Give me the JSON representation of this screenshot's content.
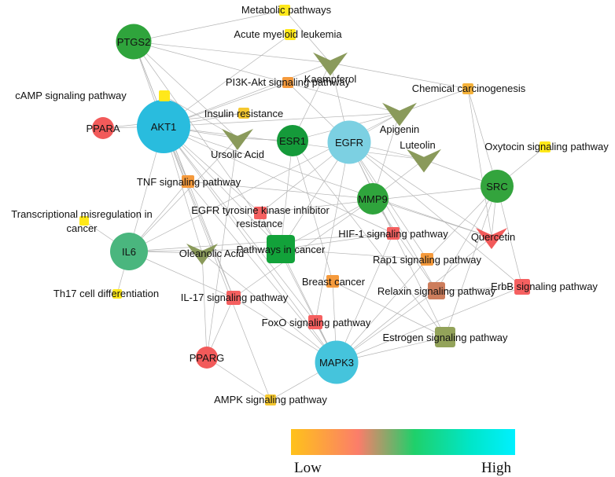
{
  "nodes": [
    {
      "id": "akt1",
      "label": "AKT1",
      "shape": "circle",
      "color": "#29bcde",
      "level": 0.95
    },
    {
      "id": "egfr",
      "label": "EGFR",
      "shape": "circle",
      "color": "#7cd0e2",
      "level": 0.88
    },
    {
      "id": "mapk3",
      "label": "MAPK3",
      "shape": "circle",
      "color": "#45c4dc",
      "level": 0.9
    },
    {
      "id": "ptgs2",
      "label": "PTGS2",
      "shape": "circle",
      "color": "#2fa43c",
      "level": 0.6
    },
    {
      "id": "esr1",
      "label": "ESR1",
      "shape": "circle",
      "color": "#159a3a",
      "level": 0.6
    },
    {
      "id": "mmp9",
      "label": "MMP9",
      "shape": "circle",
      "color": "#2fa43c",
      "level": 0.58
    },
    {
      "id": "src",
      "label": "SRC",
      "shape": "circle",
      "color": "#33a43d",
      "level": 0.58
    },
    {
      "id": "il6",
      "label": "IL6",
      "shape": "circle",
      "color": "#4ab67e",
      "level": 0.65
    },
    {
      "id": "ppara",
      "label": "PPARA",
      "shape": "circle",
      "color": "#f25a5a",
      "level": 0.15
    },
    {
      "id": "pparg",
      "label": "PPARG",
      "shape": "circle",
      "color": "#f25a5a",
      "level": 0.15
    },
    {
      "id": "kaempferol",
      "label": "Kaempferol",
      "shape": "arrow",
      "color": "#8a9a5b",
      "level": 0.35
    },
    {
      "id": "apigenin",
      "label": "Apigenin",
      "shape": "arrow",
      "color": "#8a9a5b",
      "level": 0.35
    },
    {
      "id": "luteolin",
      "label": "Luteolin",
      "shape": "arrow",
      "color": "#8a9a5b",
      "level": 0.35
    },
    {
      "id": "ursolic",
      "label": "Ursolic Acid",
      "shape": "arrow",
      "color": "#8a9a5b",
      "level": 0.35
    },
    {
      "id": "oleanolic",
      "label": "Oleanolic Acid",
      "shape": "arrow",
      "color": "#8a9a5b",
      "level": 0.35
    },
    {
      "id": "quercetin",
      "label": "Quercetin",
      "shape": "arrow",
      "color": "#f25a5a",
      "level": 0.15
    },
    {
      "id": "metabolic",
      "label": "Metabolic pathways",
      "shape": "square",
      "color": "#ffe81a",
      "level": 0.02
    },
    {
      "id": "aml",
      "label": "Acute myeloid leukemia",
      "shape": "square",
      "color": "#ffe81a",
      "level": 0.02
    },
    {
      "id": "pi3k",
      "label": "PI3K-Akt signaling pathway",
      "shape": "square",
      "color": "#f59a3c",
      "level": 0.1
    },
    {
      "id": "chemical",
      "label": "Chemical carcinogenesis",
      "shape": "square",
      "color": "#f5b23a",
      "level": 0.06
    },
    {
      "id": "camp",
      "label": "cAMP signaling pathway",
      "shape": "square",
      "color": "#ffe81a",
      "level": 0.02
    },
    {
      "id": "insulin",
      "label": "Insulin resistance",
      "shape": "square",
      "color": "#f5c830",
      "level": 0.04
    },
    {
      "id": "oxytocin",
      "label": "Oxytocin signaling pathway",
      "shape": "square",
      "color": "#ffe81a",
      "level": 0.02
    },
    {
      "id": "tnf",
      "label": "TNF signaling pathway",
      "shape": "square",
      "color": "#f59a3c",
      "level": 0.1
    },
    {
      "id": "transcriptional",
      "label": "Transcriptional misregulation in cancer",
      "shape": "square",
      "color": "#ffe81a",
      "level": 0.02
    },
    {
      "id": "egfr_tki",
      "label": "EGFR tyrosine kinase inhibitor resistance",
      "shape": "square",
      "color": "#f56060",
      "level": 0.15
    },
    {
      "id": "hif1",
      "label": "HIF-1 signaling pathway",
      "shape": "square",
      "color": "#f56060",
      "level": 0.15
    },
    {
      "id": "pathways_cancer",
      "label": "Pathways in cancer",
      "shape": "square",
      "color": "#12a23a",
      "level": 0.6
    },
    {
      "id": "rap1",
      "label": "Rap1 signaling pathway",
      "shape": "square",
      "color": "#f59a3c",
      "level": 0.1
    },
    {
      "id": "th17",
      "label": "Th17 cell differentiation",
      "shape": "square",
      "color": "#ffe81a",
      "level": 0.02
    },
    {
      "id": "breast",
      "label": "Breast cancer",
      "shape": "square",
      "color": "#f59a3c",
      "level": 0.1
    },
    {
      "id": "relaxin",
      "label": "Relaxin signaling pathway",
      "shape": "square",
      "color": "#cd7d5c",
      "level": 0.3
    },
    {
      "id": "erbb",
      "label": "ErbB signaling pathway",
      "shape": "square",
      "color": "#f56060",
      "level": 0.15
    },
    {
      "id": "il17",
      "label": "IL-17 signaling pathway",
      "shape": "square",
      "color": "#f56060",
      "level": 0.15
    },
    {
      "id": "foxo",
      "label": "FoxO signaling pathway",
      "shape": "square",
      "color": "#f56060",
      "level": 0.15
    },
    {
      "id": "estrogen",
      "label": "Estrogen signaling pathway",
      "shape": "square",
      "color": "#93a35a",
      "level": 0.4
    },
    {
      "id": "ampk",
      "label": "AMPK signaling pathway",
      "shape": "square",
      "color": "#f5c830",
      "level": 0.04
    }
  ],
  "edges": [
    [
      "akt1",
      "ptgs2"
    ],
    [
      "akt1",
      "pi3k"
    ],
    [
      "akt1",
      "insulin"
    ],
    [
      "akt1",
      "ursolic"
    ],
    [
      "akt1",
      "tnf"
    ],
    [
      "akt1",
      "egfr_tki"
    ],
    [
      "akt1",
      "pathways_cancer"
    ],
    [
      "akt1",
      "il6"
    ],
    [
      "akt1",
      "oleanolic"
    ],
    [
      "akt1",
      "kaempferol"
    ],
    [
      "akt1",
      "apigenin"
    ],
    [
      "akt1",
      "luteolin"
    ],
    [
      "akt1",
      "quercetin"
    ],
    [
      "akt1",
      "foxo"
    ],
    [
      "akt1",
      "hif1"
    ],
    [
      "akt1",
      "mapk3"
    ],
    [
      "akt1",
      "ppara"
    ],
    [
      "akt1",
      "camp"
    ],
    [
      "akt1",
      "aml"
    ],
    [
      "akt1",
      "il17"
    ],
    [
      "akt1",
      "ampk"
    ],
    [
      "ptgs2",
      "metabolic"
    ],
    [
      "ptgs2",
      "kaempferol"
    ],
    [
      "ptgs2",
      "apigenin"
    ],
    [
      "ptgs2",
      "tnf"
    ],
    [
      "ptgs2",
      "il17"
    ],
    [
      "ptgs2",
      "pathways_cancer"
    ],
    [
      "ptgs2",
      "ursolic"
    ],
    [
      "egfr",
      "kaempferol"
    ],
    [
      "egfr",
      "apigenin"
    ],
    [
      "egfr",
      "luteolin"
    ],
    [
      "egfr",
      "quercetin"
    ],
    [
      "egfr",
      "pathways_cancer"
    ],
    [
      "egfr",
      "egfr_tki"
    ],
    [
      "egfr",
      "hif1"
    ],
    [
      "egfr",
      "rap1"
    ],
    [
      "egfr",
      "estrogen"
    ],
    [
      "egfr",
      "foxo"
    ],
    [
      "egfr",
      "erbb"
    ],
    [
      "egfr",
      "relaxin"
    ],
    [
      "egfr",
      "pi3k"
    ],
    [
      "mapk3",
      "tnf"
    ],
    [
      "mapk3",
      "il17"
    ],
    [
      "mapk3",
      "foxo"
    ],
    [
      "mapk3",
      "estrogen"
    ],
    [
      "mapk3",
      "relaxin"
    ],
    [
      "mapk3",
      "rap1"
    ],
    [
      "mapk3",
      "erbb"
    ],
    [
      "mapk3",
      "hif1"
    ],
    [
      "mapk3",
      "pathways_cancer"
    ],
    [
      "mapk3",
      "breast"
    ],
    [
      "mapk3",
      "ampk"
    ],
    [
      "mapk3",
      "egfr_tki"
    ],
    [
      "mapk3",
      "oleanolic"
    ],
    [
      "mapk3",
      "quercetin"
    ],
    [
      "esr1",
      "ursolic"
    ],
    [
      "esr1",
      "kaempferol"
    ],
    [
      "esr1",
      "estrogen"
    ],
    [
      "esr1",
      "breast"
    ],
    [
      "esr1",
      "pathways_cancer"
    ],
    [
      "esr1",
      "apigenin"
    ],
    [
      "mmp9",
      "luteolin"
    ],
    [
      "mmp9",
      "apigenin"
    ],
    [
      "mmp9",
      "il17"
    ],
    [
      "mmp9",
      "relaxin"
    ],
    [
      "mmp9",
      "pathways_cancer"
    ],
    [
      "mmp9",
      "quercetin"
    ],
    [
      "mmp9",
      "tnf"
    ],
    [
      "src",
      "oxytocin"
    ],
    [
      "src",
      "chemical"
    ],
    [
      "src",
      "quercetin"
    ],
    [
      "src",
      "relaxin"
    ],
    [
      "src",
      "rap1"
    ],
    [
      "src",
      "erbb"
    ],
    [
      "src",
      "estrogen"
    ],
    [
      "src",
      "luteolin"
    ],
    [
      "src",
      "egfr_tki"
    ],
    [
      "il6",
      "transcriptional"
    ],
    [
      "il6",
      "th17"
    ],
    [
      "il6",
      "tnf"
    ],
    [
      "il6",
      "pathways_cancer"
    ],
    [
      "il6",
      "il17"
    ],
    [
      "il6",
      "hif1"
    ],
    [
      "il6",
      "ursolic"
    ],
    [
      "il6",
      "oleanolic"
    ],
    [
      "il6",
      "apigenin"
    ],
    [
      "ppara",
      "insulin"
    ],
    [
      "pparg",
      "oleanolic"
    ],
    [
      "pparg",
      "ampk"
    ],
    [
      "pparg",
      "ursolic"
    ],
    [
      "pparg",
      "il17"
    ],
    [
      "kaempferol",
      "metabolic"
    ],
    [
      "kaempferol",
      "chemical"
    ],
    [
      "quercetin",
      "chemical"
    ],
    [
      "apigenin",
      "chemical"
    ],
    [
      "ursolic",
      "camp"
    ],
    [
      "breast",
      "estrogen"
    ],
    [
      "erbb",
      "relaxin"
    ],
    [
      "rap1",
      "pathways_cancer"
    ],
    [
      "hif1",
      "pathways_cancer"
    ]
  ],
  "legend": {
    "low": "Low",
    "high": "High",
    "gradient": [
      "#ffc21a",
      "#fb7d6a",
      "#1fd06a",
      "#00e6c8",
      "#00f0ff"
    ]
  }
}
